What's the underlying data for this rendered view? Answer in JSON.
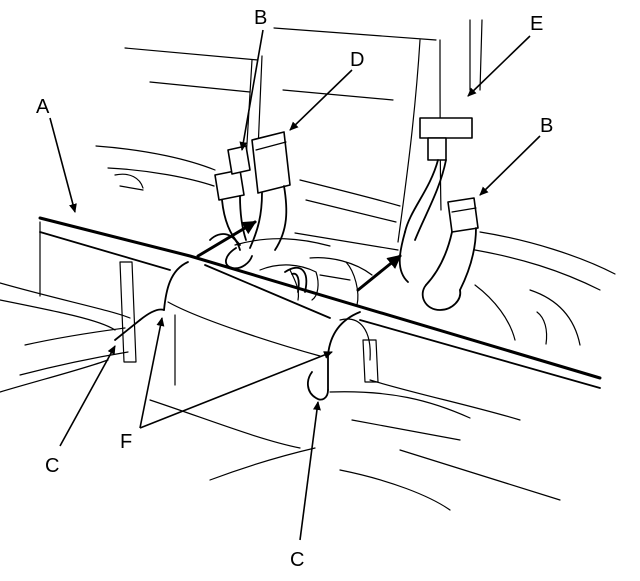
{
  "diagram": {
    "callouts": {
      "A": "A",
      "B_left": "B",
      "B_right": "B",
      "C_left": "C",
      "C_bottom": "C",
      "D": "D",
      "E": "E",
      "F": "F"
    },
    "line_color": "#000000",
    "background": "#ffffff"
  }
}
